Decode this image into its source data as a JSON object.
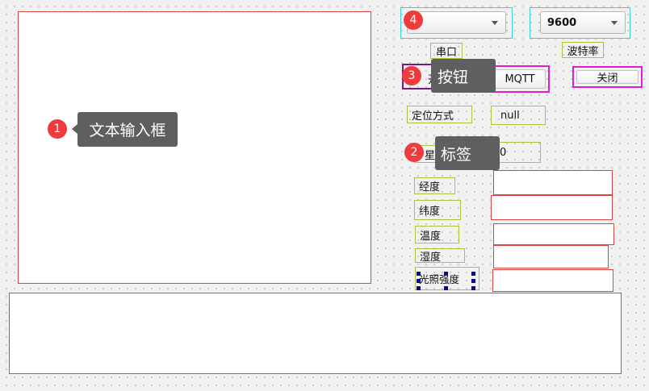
{
  "port": {
    "label": "串口",
    "selected": ""
  },
  "baud": {
    "label": "波特率",
    "selected": "9600"
  },
  "buttons": {
    "open": "开",
    "mqtt": "MQTT",
    "close": "关闭"
  },
  "fields": {
    "positioning_mode": {
      "label": "定位方式",
      "value": "null"
    },
    "satellites": {
      "label": "星数",
      "value": "0"
    },
    "longitude": {
      "label": "经度",
      "value": ""
    },
    "latitude": {
      "label": "纬度",
      "value": ""
    },
    "temperature": {
      "label": "温度",
      "value": ""
    },
    "humidity": {
      "label": "湿度",
      "value": ""
    },
    "light": {
      "label": "光照强度",
      "value": ""
    }
  },
  "annotations": [
    {
      "num": "1",
      "text": "文本输入框"
    },
    {
      "num": "2",
      "text": "标签"
    },
    {
      "num": "3",
      "text": "按钮"
    },
    {
      "num": "4",
      "text": ""
    }
  ],
  "colors": {
    "textbox_border": "#d9453f",
    "label_border": "#a7c43a",
    "combo_frame": "#3ccfd2",
    "button_border": "#e31ad6",
    "badge": "#ee3b3b",
    "tooltip": "#5f5f5f"
  }
}
